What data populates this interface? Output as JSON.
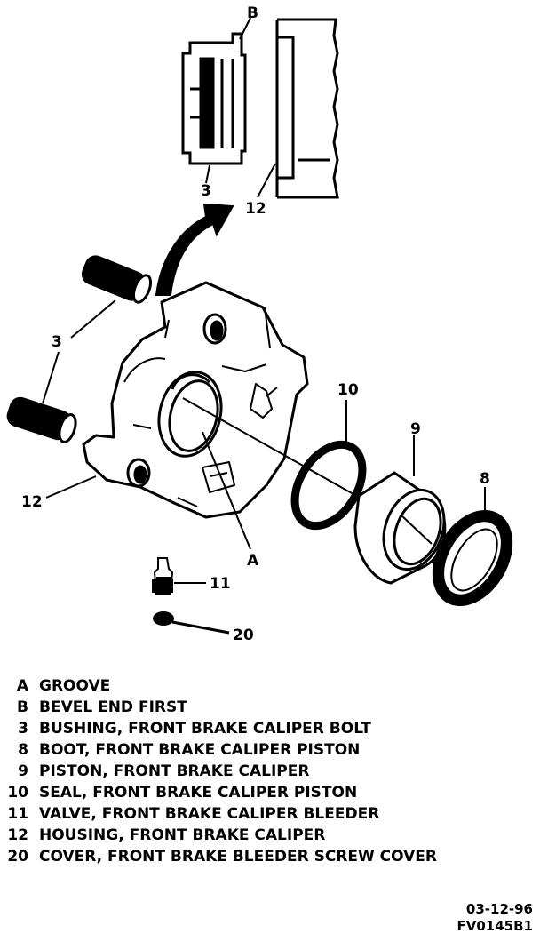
{
  "callouts": {
    "bevel": "B",
    "bushing_inset": "3",
    "housing_inset": "12",
    "bushing": "3",
    "housing": "12",
    "groove": "A",
    "seal": "10",
    "piston": "9",
    "boot": "8",
    "valve": "11",
    "cover": "20"
  },
  "legend": [
    {
      "key": "A",
      "text": "GROOVE"
    },
    {
      "key": "B",
      "text": "BEVEL END FIRST"
    },
    {
      "key": "3",
      "text": "BUSHING, FRONT BRAKE CALIPER BOLT"
    },
    {
      "key": "8",
      "text": "BOOT, FRONT BRAKE CALIPER PISTON"
    },
    {
      "key": "9",
      "text": "PISTON, FRONT BRAKE CALIPER"
    },
    {
      "key": "10",
      "text": "SEAL, FRONT BRAKE CALIPER PISTON"
    },
    {
      "key": "11",
      "text": "VALVE, FRONT BRAKE CALIPER BLEEDER"
    },
    {
      "key": "12",
      "text": "HOUSING, FRONT BRAKE CALIPER"
    },
    {
      "key": "20",
      "text": "COVER, FRONT BRAKE BLEEDER SCREW COVER"
    }
  ],
  "figure_codes": {
    "date": "03-12-96",
    "figure_id": "FV0145B1"
  }
}
